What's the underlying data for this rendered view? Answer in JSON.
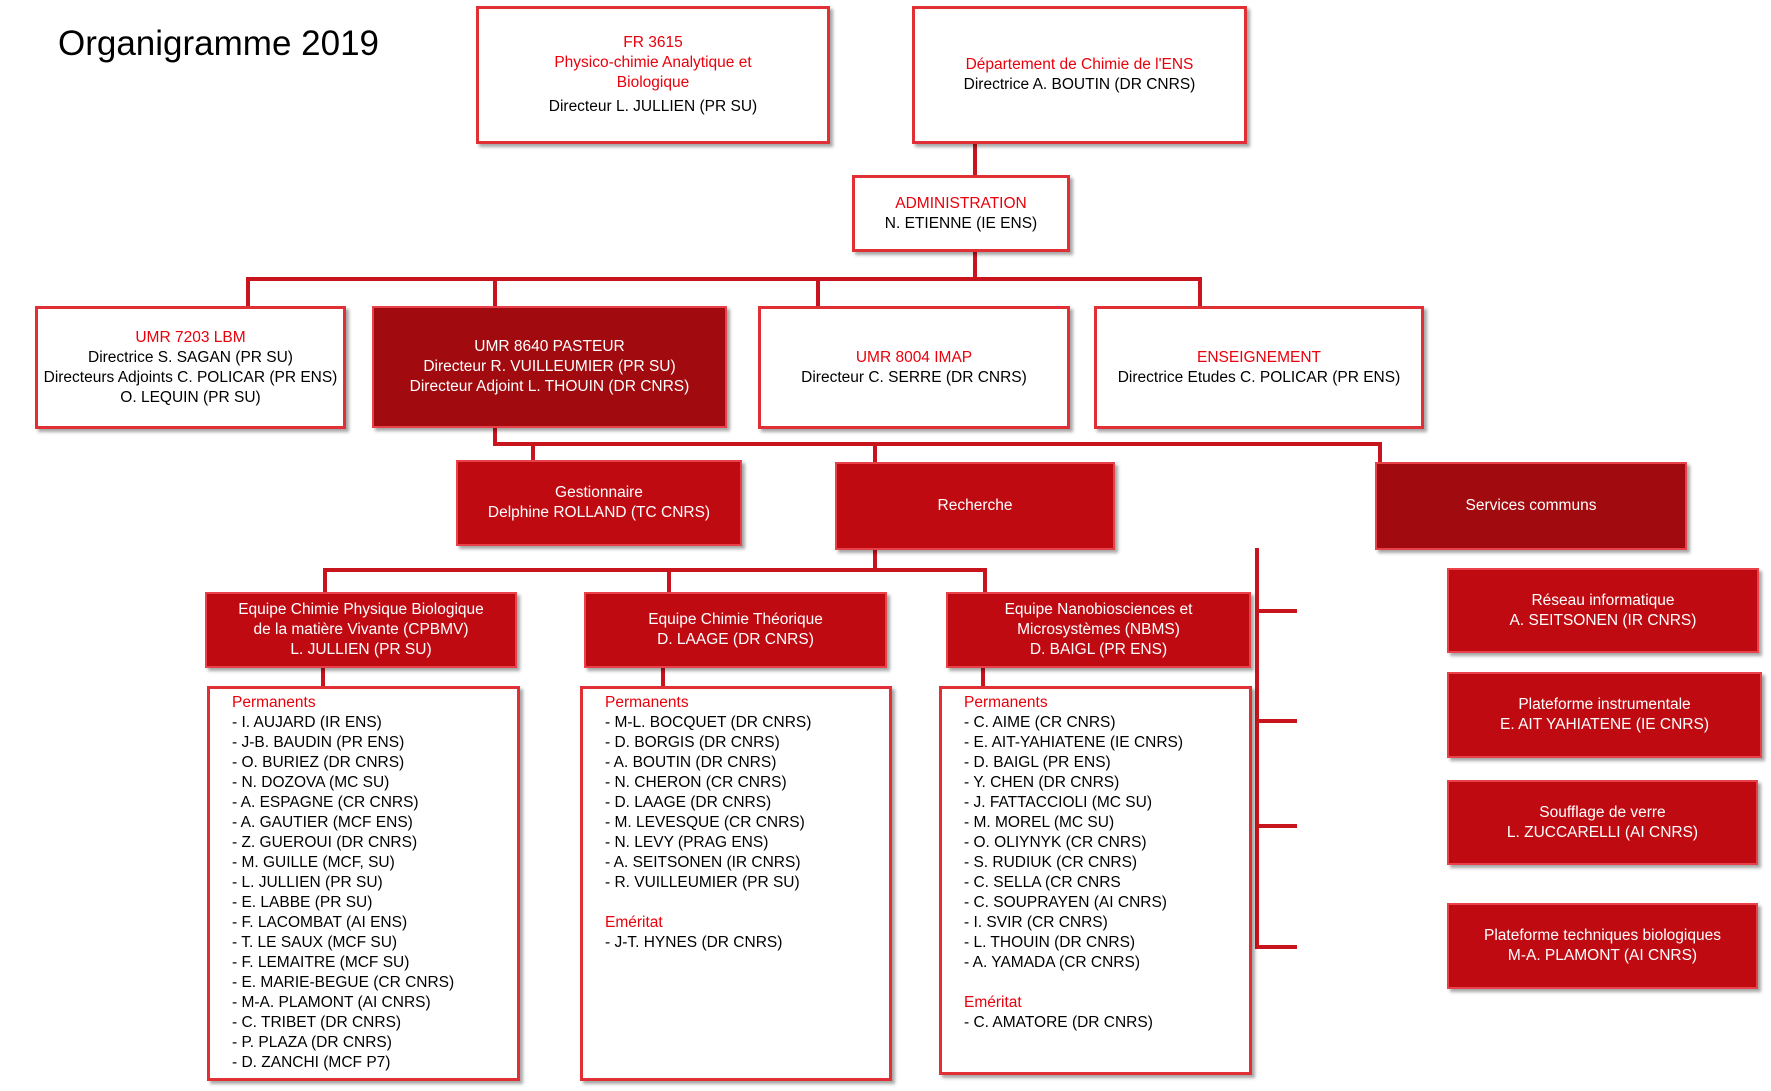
{
  "title": "Organigramme 2019",
  "colors": {
    "accent": "#e8000b",
    "box_fill": "#c00a12",
    "box_fill_dark": "#a10a0e",
    "border": "#e03036"
  },
  "fr": {
    "line1": "FR 3615",
    "line2": "Physico-chimie Analytique et",
    "line3": "Biologique",
    "director": "Directeur L. JULLIEN (PR SU)"
  },
  "dept": {
    "name": "Département de Chimie de l'ENS",
    "director": "Directrice A. BOUTIN (DR CNRS)"
  },
  "admin": {
    "name": "ADMINISTRATION",
    "person": "N. ETIENNE (IE ENS)"
  },
  "umr7203": {
    "name": "UMR 7203 LBM",
    "line1": "Directrice S. SAGAN (PR SU)",
    "line2": "Directeurs Adjoints C. POLICAR (PR ENS)",
    "line3": "O. LEQUIN (PR SU)"
  },
  "umr8640": {
    "name": "UMR 8640 PASTEUR",
    "line1": "Directeur R. VUILLEUMIER (PR SU)",
    "line2": "Directeur Adjoint L. THOUIN (DR CNRS)"
  },
  "umr8004": {
    "name": "UMR 8004 IMAP",
    "director": "Directeur C. SERRE (DR CNRS)"
  },
  "enseignement": {
    "name": "ENSEIGNEMENT",
    "director": "Directrice Etudes C. POLICAR (PR ENS)"
  },
  "gestionnaire": {
    "label": "Gestionnaire",
    "person": "Delphine ROLLAND (TC CNRS)"
  },
  "recherche": {
    "label": "Recherche"
  },
  "services": {
    "label": "Services communs"
  },
  "teams": {
    "cpbmv": {
      "line1": "Equipe Chimie Physique Biologique",
      "line2": "de la matière Vivante (CPBMV)",
      "line3": "L. JULLIEN (PR SU)"
    },
    "theo": {
      "line1": "Equipe Chimie Théorique",
      "line2": "D. LAAGE (DR CNRS)"
    },
    "nbms": {
      "line1": "Equipe Nanobiosciences et",
      "line2": "Microsystèmes (NBMS)",
      "line3": "D. BAIGL (PR ENS)"
    }
  },
  "lists": {
    "cpbmv": {
      "header": "Permanents",
      "members": [
        "- I. AUJARD (IR ENS)",
        "- J-B. BAUDIN (PR ENS)",
        "- O. BURIEZ (DR CNRS)",
        "- N. DOZOVA (MC SU)",
        "- A. ESPAGNE (CR CNRS)",
        "- A. GAUTIER (MCF ENS)",
        "- Z. GUEROUI (DR CNRS)",
        "- M. GUILLE (MCF, SU)",
        "- L. JULLIEN (PR SU)",
        "- E. LABBE (PR SU)",
        "- F. LACOMBAT (AI ENS)",
        "- T. LE SAUX (MCF SU)",
        "- F. LEMAITRE (MCF SU)",
        "- E. MARIE-BEGUE (CR CNRS)",
        "- M-A. PLAMONT (AI CNRS)",
        "- C. TRIBET (DR CNRS)",
        "- P. PLAZA (DR CNRS)",
        "- D. ZANCHI (MCF P7)"
      ]
    },
    "theo": {
      "header": "Permanents",
      "members": [
        "- M-L. BOCQUET (DR CNRS)",
        "- D. BORGIS (DR CNRS)",
        "- A. BOUTIN (DR CNRS)",
        "- N. CHERON (CR CNRS)",
        "- D. LAAGE (DR CNRS)",
        "- M. LEVESQUE (CR CNRS)",
        "- N. LEVY (PRAG ENS)",
        "- A. SEITSONEN (IR CNRS)",
        "- R. VUILLEUMIER (PR SU)"
      ],
      "emeritus_header": "Eméritat",
      "emeritus": [
        "- J-T. HYNES (DR CNRS)"
      ]
    },
    "nbms": {
      "header": "Permanents",
      "members": [
        "- C. AIME (CR CNRS)",
        "- E. AIT-YAHIATENE (IE CNRS)",
        "- D. BAIGL (PR ENS)",
        "- Y. CHEN (DR CNRS)",
        "- J. FATTACCIOLI (MC SU)",
        "- M. MOREL (MC SU)",
        "- O. OLIYNYK (CR CNRS)",
        "- S. RUDIUK (CR CNRS)",
        "- C. SELLA (CR CNRS",
        "- C. SOUPRAYEN (AI CNRS)",
        "- I. SVIR (CR CNRS)",
        "- L. THOUIN (DR CNRS)",
        "- A. YAMADA (CR CNRS)"
      ],
      "emeritus_header": "Eméritat",
      "emeritus": [
        "- C. AMATORE (DR CNRS)"
      ]
    }
  },
  "service_items": [
    {
      "line1": "Réseau informatique",
      "line2": "A. SEITSONEN (IR CNRS)"
    },
    {
      "line1": "Plateforme instrumentale",
      "line2": "E. AIT YAHIATENE (IE CNRS)"
    },
    {
      "line1": "Soufflage de verre",
      "line2": "L. ZUCCARELLI (AI CNRS)"
    },
    {
      "line1": "Plateforme techniques biologiques",
      "line2": "M-A. PLAMONT (AI CNRS)"
    }
  ]
}
